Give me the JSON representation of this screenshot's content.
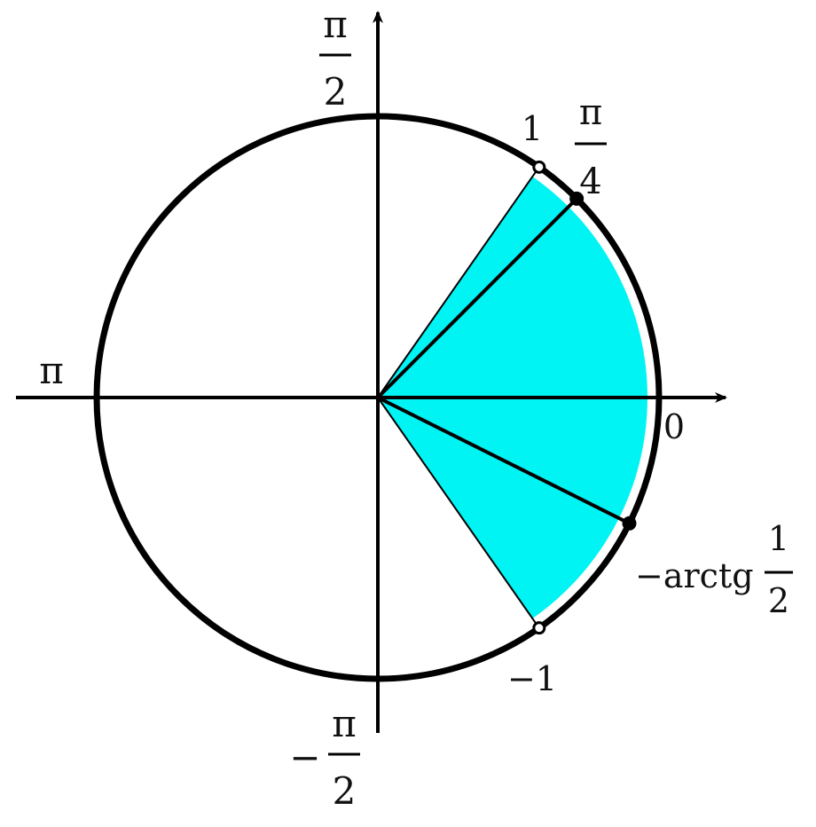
{
  "labels": {
    "pi_half_top": {
      "num": "π",
      "den": "2"
    },
    "pi": "π",
    "zero": "0",
    "one": "1",
    "pi_quarter": {
      "num": "π",
      "den": "4"
    },
    "minus_arctg": {
      "prefix": "−arctg",
      "num": "1",
      "den": "2"
    },
    "minus_one": "−1",
    "minus_pi_half": {
      "sign": "−",
      "num": "π",
      "den": "2"
    }
  },
  "colors": {
    "shade": "#00f4f4",
    "stroke": "#000000",
    "open_point_fill": "#ffffff"
  },
  "diagram": {
    "shaded_sector_deg": [
      -55,
      55
    ],
    "boundary_rays_deg": [
      55,
      45,
      0,
      -26.57,
      -55
    ],
    "open_points_deg": [
      55,
      -55
    ],
    "filled_points_deg": [
      45,
      -26.57
    ]
  }
}
